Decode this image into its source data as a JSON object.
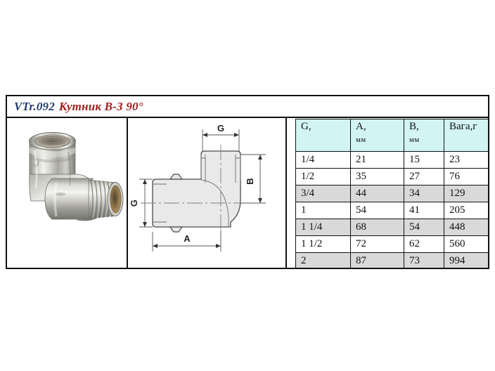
{
  "sheet": {
    "title": {
      "code": "VTr.092",
      "name": "Кутник В-З 90°"
    }
  },
  "photo": {
    "alt_name": "chrome-elbow-fitting-photo"
  },
  "drawing": {
    "labels": {
      "top_g": "G",
      "left_g": "G",
      "right_b": "B",
      "bottom_a": "A"
    }
  },
  "table": {
    "headers": [
      {
        "name": "G,",
        "unit": ""
      },
      {
        "name": "A,",
        "unit": "мм"
      },
      {
        "name": "B,",
        "unit": "мм"
      },
      {
        "name": "Вага,г",
        "unit": ""
      }
    ],
    "rows": [
      {
        "g": "1/4",
        "a": "21",
        "b": "15",
        "w": "23",
        "shaded": false
      },
      {
        "g": "1/2",
        "a": "35",
        "b": "27",
        "w": "76",
        "shaded": false
      },
      {
        "g": "3/4",
        "a": "44",
        "b": "34",
        "w": "129",
        "shaded": true
      },
      {
        "g": "1",
        "a": "54",
        "b": "41",
        "w": "205",
        "shaded": false
      },
      {
        "g": "1 1/4",
        "a": "68",
        "b": "54",
        "w": "448",
        "shaded": true
      },
      {
        "g": "1 1/2",
        "a": "72",
        "b": "62",
        "w": "560",
        "shaded": false
      },
      {
        "g": "2",
        "a": "87",
        "b": "73",
        "w": "994",
        "shaded": true
      }
    ]
  },
  "colors": {
    "title_code": "#243d70",
    "title_name": "#9c2220",
    "header_bg": "#d2f4f4",
    "shaded_row_bg": "#d9d9d9",
    "frame": "#111111"
  }
}
